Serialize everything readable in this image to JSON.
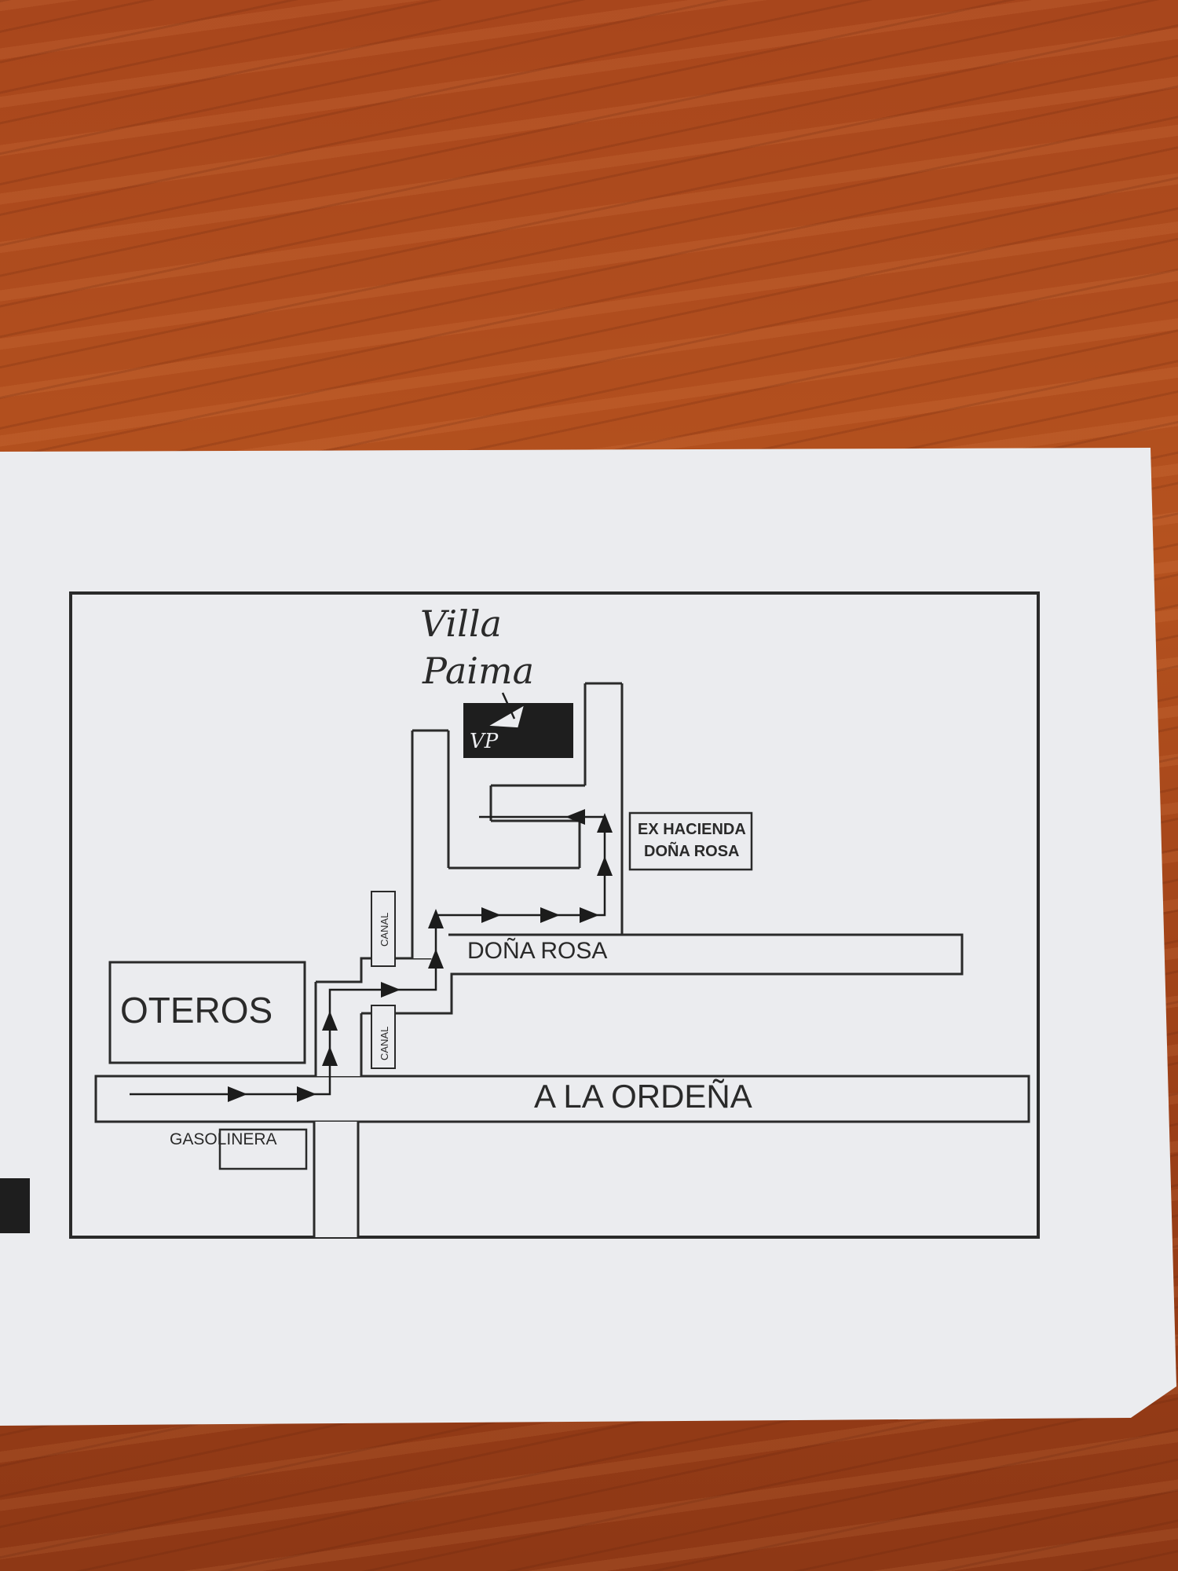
{
  "map": {
    "brand_line1": "Villa",
    "brand_line2": "Paima",
    "brand_badge": "VP",
    "landmarks": {
      "hacienda_line1": "EX HACIENDA",
      "hacienda_line2": "DOÑA ROSA",
      "oteros": "OTEROS",
      "gasolinera": "GASOLINERA",
      "canal_upper": "CANAL",
      "canal_lower": "CANAL"
    },
    "roads": {
      "dona_rosa": "DOÑA ROSA",
      "a_la_ordena": "A LA ORDEÑA"
    }
  }
}
